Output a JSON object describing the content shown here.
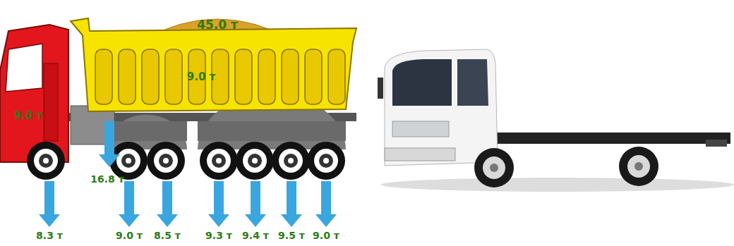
{
  "diagram": {
    "nodes": [
      {
        "text": [
          "45.0 т"
        ]
      },
      {
        "text": [
          "9.0 т"
        ]
      },
      {
        "text": [
          "9.0 т"
        ]
      }
    ],
    "labels": [
      "16.8 т",
      "8.3 т",
      "9.0 т",
      "8.5 т",
      "9.3 т",
      "9.4 т",
      "9.5 т",
      "9.0 т"
    ]
  }
}
